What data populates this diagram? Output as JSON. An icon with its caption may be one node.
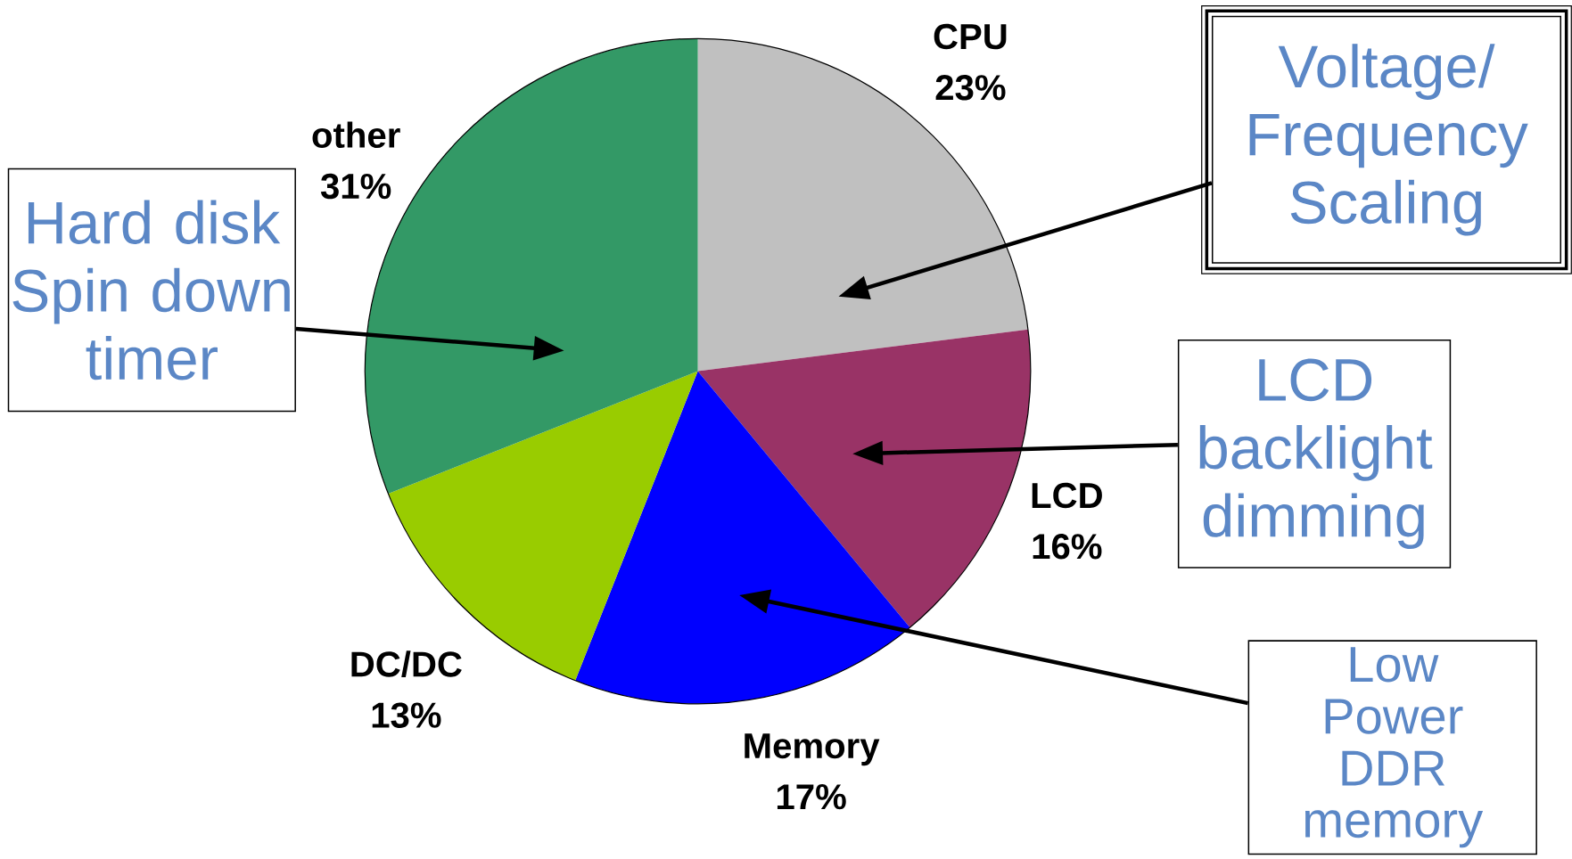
{
  "diagram": {
    "nodes": [
      {
        "text": [
          "Voltage/ Frequency Scaling"
        ]
      },
      {
        "text": [
          "Hard disk Spin down timer"
        ]
      },
      {
        "text": [
          "LCD backlight dimming"
        ]
      },
      {
        "text": [
          "Low Power DDR memory"
        ]
      },
      {
        "text": [],
        "shape": "slice"
      },
      {
        "text": [],
        "shape": "slice"
      },
      {
        "text": [],
        "shape": "slice"
      },
      {
        "text": [],
        "shape": "slice"
      },
      {
        "text": [],
        "shape": "slice"
      }
    ],
    "edges": [
      {
        "from": 0,
        "to": 4,
        "arrow": "to"
      },
      {
        "from": 1,
        "to": 8,
        "arrow": "to"
      },
      {
        "from": 2,
        "to": 5,
        "arrow": "to"
      },
      {
        "from": 3,
        "to": 6,
        "arrow": "to"
      }
    ],
    "chart_data": {
      "type": "pie",
      "categories": [
        "CPU",
        "LCD",
        "Memory",
        "DC/DC",
        "other"
      ],
      "values": [
        23,
        16,
        17,
        13,
        31
      ],
      "value_labels": [
        "23%",
        "16%",
        "17%",
        "13%",
        "31%"
      ]
    }
  }
}
